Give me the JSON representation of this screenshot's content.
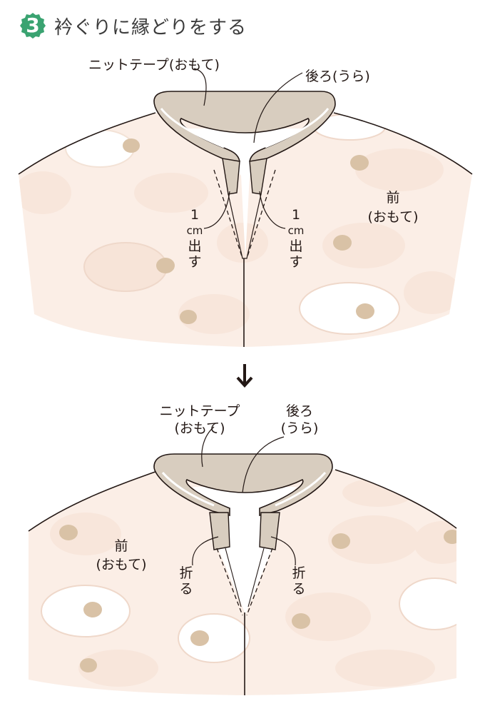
{
  "header": {
    "step_number": "3",
    "title": "衿ぐりに縁どりをする",
    "badge_color": "#3aa371"
  },
  "figure_top": {
    "labels": {
      "knit_tape": "ニットテープ(おもて)",
      "back": "後ろ(うら)",
      "front_line1": "前",
      "front_line2": "(おもて)",
      "left_note": [
        "1",
        "cm",
        "出",
        "す"
      ],
      "right_note": [
        "1",
        "cm",
        "出",
        "す"
      ]
    }
  },
  "arrow": {
    "icon": "down-arrow-icon",
    "glyph": "↓"
  },
  "figure_bottom": {
    "labels": {
      "knit_tape_line1": "ニットテープ",
      "knit_tape_line2": "(おもて)",
      "back_line1": "後ろ",
      "back_line2": "(うら)",
      "front_line1": "前",
      "front_line2": "(おもて)",
      "left_note": [
        "折",
        "る"
      ],
      "right_note": [
        "折",
        "る"
      ]
    }
  },
  "colors": {
    "fabric": "#fbeee6",
    "tape": "#d8cdbf",
    "sheep": "#ffffff",
    "sheep_face": "#d9c2a6",
    "line": "#231815"
  }
}
